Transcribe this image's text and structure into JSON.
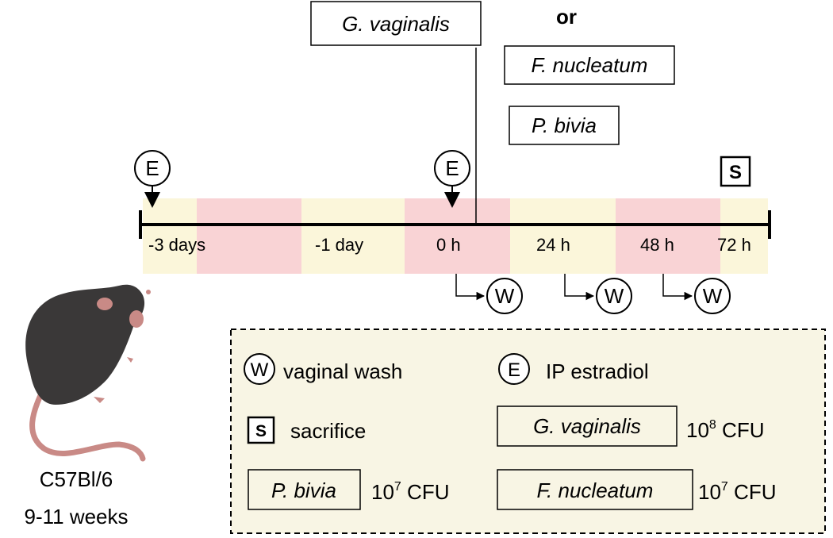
{
  "bacteria": {
    "gv": "G. vaginalis",
    "or": "or",
    "fn": "F. nucleatum",
    "pb": "P. bivia"
  },
  "timeline": {
    "labels": [
      "-3 days",
      "-1 day",
      "0 h",
      "24 h",
      "48 h",
      "72 h"
    ]
  },
  "symbols": {
    "estradiol": "E",
    "wash": "W",
    "sacrifice": "S"
  },
  "mouse": {
    "strain": "C57Bl/6",
    "age": "9-11 weeks"
  },
  "legend": {
    "wash_label": "vaginal wash",
    "estradiol_label": "IP estradiol",
    "sacrifice_label": "sacrifice",
    "gv_name": "G. vaginalis",
    "gv_dose_base": "10",
    "gv_dose_exp": "8",
    "gv_dose_unit": " CFU",
    "pb_name": "P. bivia",
    "pb_dose_base": "10",
    "pb_dose_exp": "7",
    "pb_dose_unit": " CFU",
    "fn_name": "F. nucleatum",
    "fn_dose_base": "10",
    "fn_dose_exp": "7",
    "fn_dose_unit": " CFU"
  },
  "colors": {
    "band_yellow": "#fbf6da",
    "band_pink": "#f9d3d5",
    "legend_bg": "#f8f5e4",
    "mouse_body": "#3a3838",
    "mouse_pink": "#c98a86"
  }
}
